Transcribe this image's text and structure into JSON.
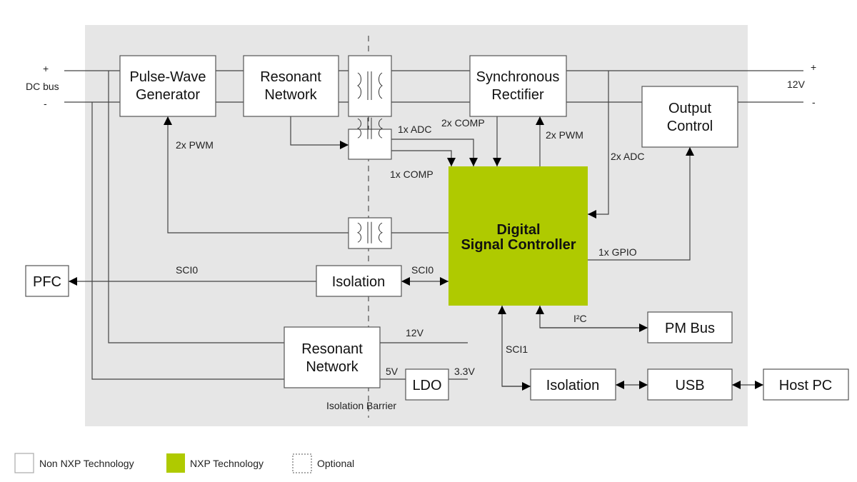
{
  "colors": {
    "nxp": "#afca00",
    "background_panel": "#e6e6e6",
    "non_nxp": "#ffffff"
  },
  "input": {
    "plus": "+",
    "label": "DC bus",
    "minus": "-"
  },
  "output": {
    "plus": "+",
    "label": "12V",
    "minus": "-"
  },
  "blocks": {
    "pulse_wave": [
      "Pulse-Wave",
      "Generator"
    ],
    "resonant_top": [
      "Resonant",
      "Network"
    ],
    "sync_rect": [
      "Synchronous",
      "Rectifier"
    ],
    "output_control": [
      "Output",
      "Control"
    ],
    "dsc": [
      "Digital",
      "Signal Controller"
    ],
    "pfc": "PFC",
    "isolation_1": "Isolation",
    "resonant_bottom": [
      "Resonant",
      "Network"
    ],
    "ldo": "LDO",
    "pm_bus": "PM Bus",
    "isolation_2": "Isolation",
    "usb": "USB",
    "host_pc": "Host PC"
  },
  "signals": {
    "pwm_pwg": "2x PWM",
    "adc_1x": "1x ADC",
    "comp_1x": "1x COMP",
    "comp_2x": "2x COMP",
    "pwm_sr": "2x PWM",
    "adc_2x": "2x ADC",
    "gpio": "1x GPIO",
    "sci0_left": "SCI0",
    "sci0_right": "SCI0",
    "v12": "12V",
    "v5": "5V",
    "v33": "3.3V",
    "sci1": "SCI1",
    "i2c": "I²C",
    "barrier": "Isolation Barrier"
  },
  "legend": [
    {
      "label": "Non NXP Technology",
      "style": "white"
    },
    {
      "label": "NXP Technology",
      "style": "green"
    },
    {
      "label": "Optional",
      "style": "dotted"
    }
  ]
}
